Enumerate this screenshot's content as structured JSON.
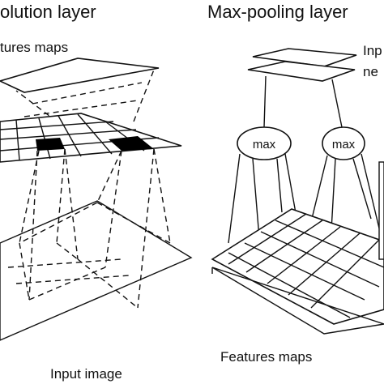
{
  "convolution": {
    "title": "olution layer",
    "features_label": "tures maps",
    "input_label": "Input image"
  },
  "pooling": {
    "title": "Max-pooling layer",
    "input_label_line1": "Inp",
    "input_label_line2": "ne",
    "max_left": "max",
    "max_right": "max",
    "features_label": "Features maps"
  }
}
